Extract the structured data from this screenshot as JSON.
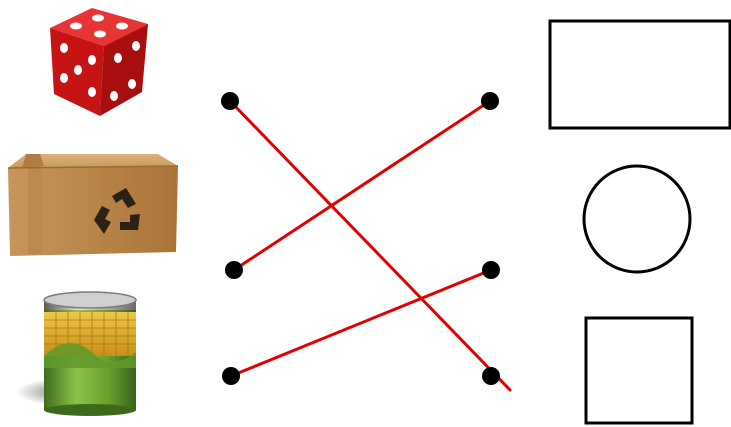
{
  "exercise": {
    "objects": [
      {
        "id": "dice",
        "icon": "red-dice-icon"
      },
      {
        "id": "box",
        "icon": "recycle-box-icon"
      },
      {
        "id": "can",
        "icon": "corn-can-icon"
      }
    ],
    "shapes": [
      {
        "id": "rectangle",
        "icon": "rectangle-shape-icon"
      },
      {
        "id": "circle",
        "icon": "circle-shape-icon"
      },
      {
        "id": "square",
        "icon": "square-shape-icon"
      }
    ],
    "matches": [
      {
        "from": "dice",
        "to": "square"
      },
      {
        "from": "box",
        "to": "rectangle"
      },
      {
        "from": "can",
        "to": "circle"
      }
    ],
    "colors": {
      "line": "#e00000",
      "dot": "#000000",
      "dice": "#cc1111",
      "box": "#c8965a",
      "can_green": "#6fa030"
    }
  }
}
